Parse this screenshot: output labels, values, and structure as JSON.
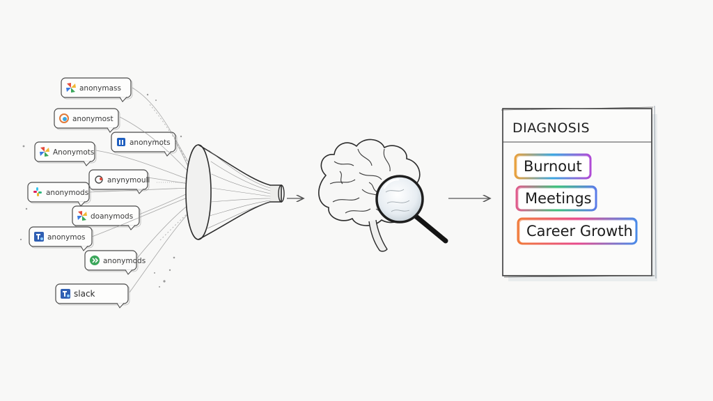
{
  "sources": {
    "bubbles": [
      {
        "label": "anonymass",
        "icon": "pinwheel-icon"
      },
      {
        "label": "anonymost",
        "icon": "swirl-icon"
      },
      {
        "label": "anonymots",
        "icon": "blue-square-icon"
      },
      {
        "label": "Anonymots",
        "icon": "pinwheel-icon"
      },
      {
        "label": "anynymoull",
        "icon": "circle-icon"
      },
      {
        "label": "anonymods",
        "icon": "slack-icon"
      },
      {
        "label": "doanymods",
        "icon": "pinwheel-icon"
      },
      {
        "label": "anonymos",
        "icon": "teams-icon"
      },
      {
        "label": "anonymods",
        "icon": "green-chevron-icon"
      },
      {
        "label": "slack",
        "icon": "teams-icon"
      }
    ]
  },
  "diagnosis": {
    "title": "DIAGNOSIS",
    "tags": [
      {
        "label": "Burnout",
        "colors": [
          "#e8a03c",
          "#3aa6e0",
          "#b04bd6"
        ]
      },
      {
        "label": "Meetings",
        "colors": [
          "#e05c8c",
          "#3cc07a",
          "#5a7be8"
        ]
      },
      {
        "label": "Career Growth",
        "colors": [
          "#f07a3a",
          "#e84a8c",
          "#4a8ae8"
        ]
      }
    ]
  },
  "icons": {
    "funnel": "funnel-icon",
    "brain": "brain-icon",
    "magnifier": "magnifying-glass-icon",
    "arrow": "arrow-right-icon"
  }
}
